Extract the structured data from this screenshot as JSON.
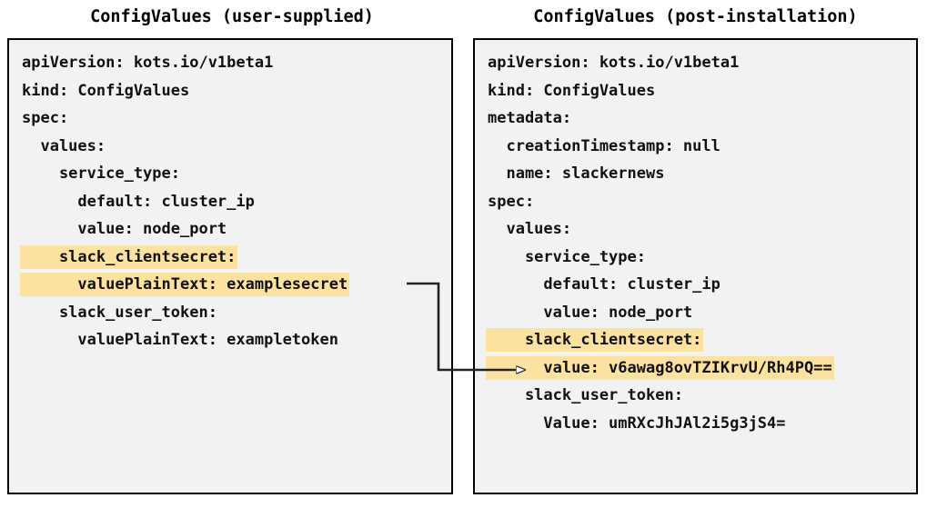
{
  "panels": [
    {
      "id": "user-supplied",
      "title": "ConfigValues (user-supplied)",
      "lines": [
        {
          "text": "apiVersion: kots.io/v1beta1",
          "highlight": false
        },
        {
          "text": "kind: ConfigValues",
          "highlight": false
        },
        {
          "text": "spec:",
          "highlight": false
        },
        {
          "text": "  values:",
          "highlight": false
        },
        {
          "text": "    service_type:",
          "highlight": false
        },
        {
          "text": "      default: cluster_ip",
          "highlight": false
        },
        {
          "text": "      value: node_port",
          "highlight": false
        },
        {
          "text": "    slack_clientsecret:",
          "highlight": true
        },
        {
          "text": "      valuePlainText: examplesecret",
          "highlight": true
        },
        {
          "text": "    slack_user_token:",
          "highlight": false
        },
        {
          "text": "      valuePlainText: exampletoken",
          "highlight": false
        }
      ]
    },
    {
      "id": "post-installation",
      "title": "ConfigValues (post-installation)",
      "lines": [
        {
          "text": "apiVersion: kots.io/v1beta1",
          "highlight": false
        },
        {
          "text": "kind: ConfigValues",
          "highlight": false
        },
        {
          "text": "metadata:",
          "highlight": false
        },
        {
          "text": "  creationTimestamp: null",
          "highlight": false
        },
        {
          "text": "  name: slackernews",
          "highlight": false
        },
        {
          "text": "spec:",
          "highlight": false
        },
        {
          "text": "  values:",
          "highlight": false
        },
        {
          "text": "    service_type:",
          "highlight": false
        },
        {
          "text": "      default: cluster_ip",
          "highlight": false
        },
        {
          "text": "      value: node_port",
          "highlight": false
        },
        {
          "text": "    slack_clientsecret:",
          "highlight": true
        },
        {
          "text": "      value: v6awag8ovTZIKrvU/Rh4PQ==",
          "highlight": true
        },
        {
          "text": "    slack_user_token:",
          "highlight": false
        },
        {
          "text": "      Value: umRXcJhJAl2i5g3jS4=",
          "highlight": false
        }
      ]
    }
  ],
  "connector": {
    "from_label": "valuePlainText: examplesecret",
    "to_label": "value: v6awag8ovTZIKrvU/Rh4PQ==",
    "color": "#222222"
  },
  "colors": {
    "highlight": "#fbe2a0",
    "box_background": "#f2f2f2",
    "box_border": "#000000",
    "text": "#111111",
    "page_background": "#ffffff"
  }
}
